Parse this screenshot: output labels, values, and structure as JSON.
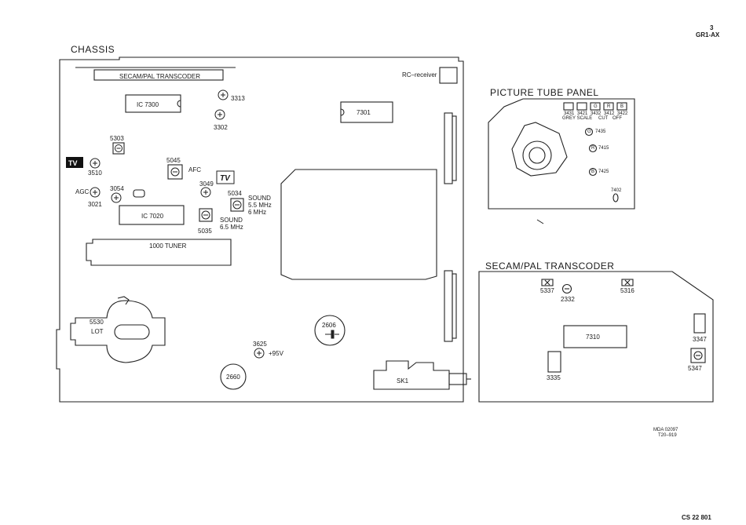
{
  "header": {
    "page_number": "3",
    "doc_code": "GR1-AX"
  },
  "chassis": {
    "title": "CHASSIS",
    "secam_transcoder_label": "SECAM/PAL  TRANSCODER",
    "rc_receiver": "RC–receiver",
    "ic7300": "IC  7300",
    "ic7301": "7301",
    "ic7020": "IC  7020",
    "tuner": "1000  TUNER",
    "r3313": "3313",
    "r3302": "3302",
    "c5303": "5303",
    "r3510": "3510",
    "tv_logo": "TV",
    "c5045": "5045",
    "afc": "AFC",
    "agc": "AGC",
    "r3021": "3021",
    "r3054": "3054",
    "r3049": "3049",
    "c5034": "5034",
    "sound1_title": "SOUND",
    "sound1_l1": "5.5  MHz",
    "sound1_l2": "6  MHz",
    "c5035": "5035",
    "sound2_title": "SOUND",
    "sound2_l1": "6.5  MHz",
    "lot_num": "5530",
    "lot": "LOT",
    "c2606": "2606",
    "r3625": "3625",
    "v95": "+95V",
    "c2660": "2660",
    "sk1": "SK1"
  },
  "picture_tube_panel": {
    "title": "PICTURE  TUBE  PANEL",
    "boxes": [
      "",
      "",
      "G",
      "R",
      "B"
    ],
    "nums": [
      "3431",
      "3421",
      "3432",
      "3412",
      "3422"
    ],
    "grey_scale": "GREY SCALE",
    "cut": "CUT",
    "off": "OFF",
    "g": "G",
    "r": "R",
    "b": "B",
    "n7435": "7435",
    "n7415": "7415",
    "n7425": "7425",
    "n7402": "7402"
  },
  "secam_panel": {
    "title": "SECAM/PAL  TRANSCODER",
    "c5337": "5337",
    "c2332": "2332",
    "c5316": "5316",
    "ic7310": "7310",
    "r3347": "3347",
    "c5347": "5347",
    "r3335": "3335"
  },
  "footer": {
    "mda": "MDA 02097",
    "code": "T20–919",
    "cs": "CS 22 801"
  }
}
